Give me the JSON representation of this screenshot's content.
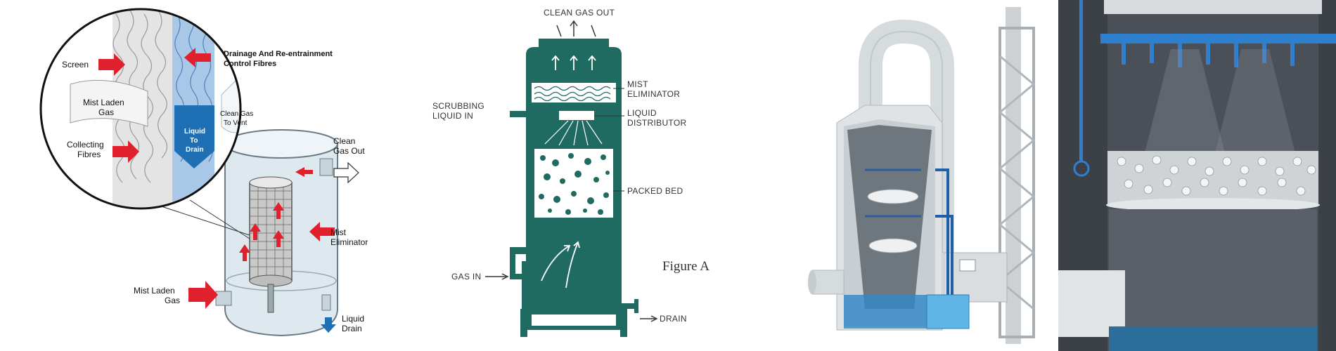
{
  "panel1": {
    "labels": {
      "screen": "Screen",
      "drainage_line1": "Drainage And Re-entrainment",
      "drainage_line2": "Control Fibres",
      "mist_laden_gas_inset_1": "Mist Laden",
      "mist_laden_gas_inset_2": "Gas",
      "clean_gas_vent_1": "Clean Gas",
      "clean_gas_vent_2": "To Vent",
      "liquid_to_drain_1": "Liquid",
      "liquid_to_drain_2": "To",
      "liquid_to_drain_3": "Drain",
      "collecting_fibres_1": "Collecting",
      "collecting_fibres_2": "Fibres",
      "clean_gas_out_1": "Clean",
      "clean_gas_out_2": "Gas Out",
      "mist_eliminator_1": "Mist",
      "mist_eliminator_2": "Eliminator",
      "mist_laden_gas_1": "Mist Laden",
      "mist_laden_gas_2": "Gas",
      "liquid_drain_1": "Liquid",
      "liquid_drain_2": "Drain"
    },
    "colors": {
      "arrow": "#e0202c",
      "blue": "#1f6fb5",
      "vessel": "#dde8ef"
    }
  },
  "panel2": {
    "labels": {
      "clean_gas_out": "CLEAN GAS OUT",
      "mist_eliminator_1": "MIST",
      "mist_eliminator_2": "ELIMINATOR",
      "scrubbing_1": "SCRUBBING",
      "scrubbing_2": "LIQUID IN",
      "liquid_distributor_1": "LIQUID",
      "liquid_distributor_2": "DISTRIBUTOR",
      "packed_bed": "PACKED BED",
      "gas_in": "GAS IN",
      "drain": "DRAIN",
      "figure": "Figure A"
    },
    "colors": {
      "tower": "#1f6b62"
    }
  },
  "panel3": {
    "colors": {
      "body": "#d4d9dc",
      "water": "#2f87c9"
    }
  },
  "panel4": {
    "colors": {
      "wall": "#3c4148",
      "pipe": "#2f7fcf",
      "water": "#2b6e9a"
    }
  }
}
